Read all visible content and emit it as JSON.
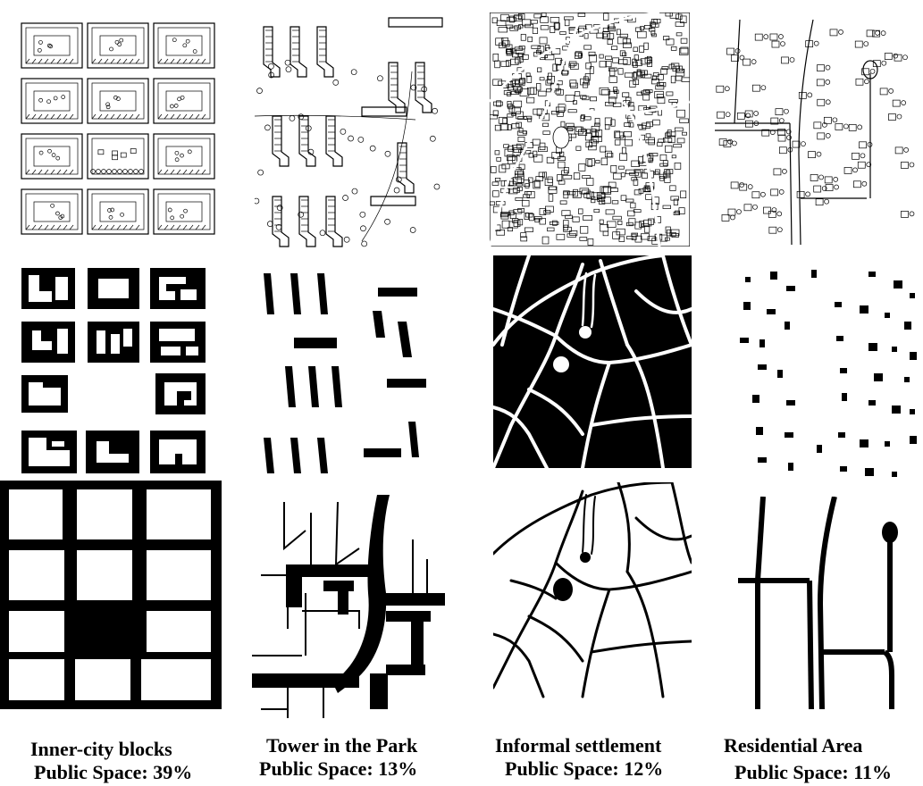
{
  "figure": {
    "columns": [
      {
        "name": "Inner-city blocks",
        "public_space_label": "Public Space: 39%"
      },
      {
        "name": "Tower in the Park",
        "public_space_label": "Public Space: 13%"
      },
      {
        "name": "Informal settlement",
        "public_space_label": "Public Space: 12%"
      },
      {
        "name": "Residential Area",
        "public_space_label": "Public Space: 11%"
      }
    ],
    "rows": [
      "sketch",
      "building-footprint",
      "public-space-network"
    ],
    "colors": {
      "ink": "#000000",
      "paper": "#ffffff"
    }
  }
}
